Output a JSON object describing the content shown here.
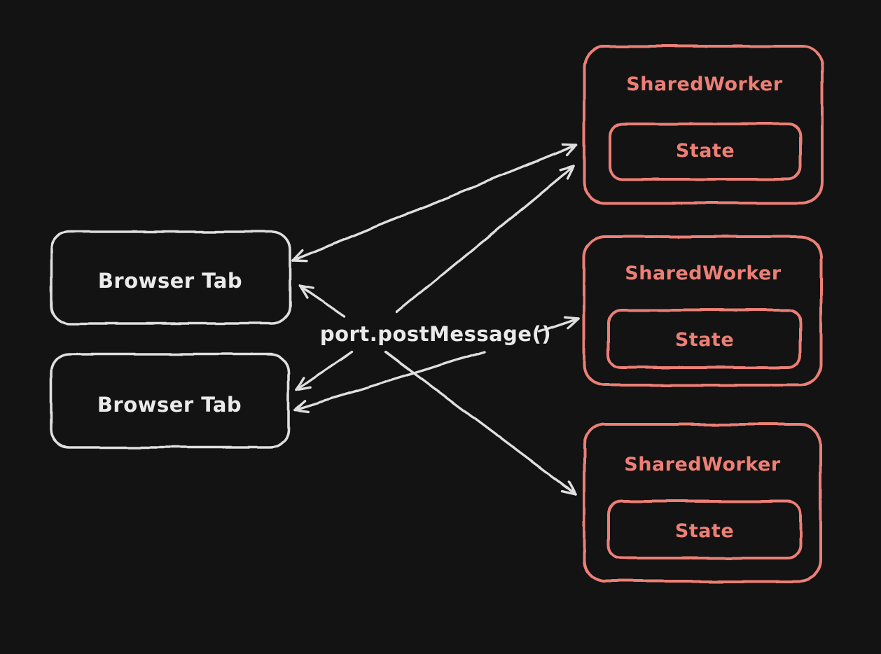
{
  "canvas": {
    "background": "#131313"
  },
  "colors": {
    "light_stroke": "#dfdfdf",
    "accent": "#ed7f76",
    "text_light": "#eaeaea"
  },
  "center_label": "port.postMessage()",
  "browser_tabs": [
    {
      "label": "Browser Tab"
    },
    {
      "label": "Browser Tab"
    }
  ],
  "shared_workers": [
    {
      "title": "SharedWorker",
      "state_label": "State"
    },
    {
      "title": "SharedWorker",
      "state_label": "State"
    },
    {
      "title": "SharedWorker",
      "state_label": "State"
    }
  ],
  "edges": [
    {
      "from": "browser-tab-1",
      "to": "shared-worker-1",
      "heads": "both"
    },
    {
      "from": "port-label",
      "to": "shared-worker-1",
      "heads": "end"
    },
    {
      "from": "port-label",
      "to": "browser-tab-1",
      "heads": "end"
    },
    {
      "from": "port-label",
      "to": "browser-tab-2",
      "heads": "end"
    },
    {
      "from": "port-label",
      "to": "browser-tab-2",
      "heads": "end"
    },
    {
      "from": "port-label",
      "to": "shared-worker-2",
      "heads": "end"
    },
    {
      "from": "port-label",
      "to": "shared-worker-3",
      "heads": "end"
    }
  ]
}
